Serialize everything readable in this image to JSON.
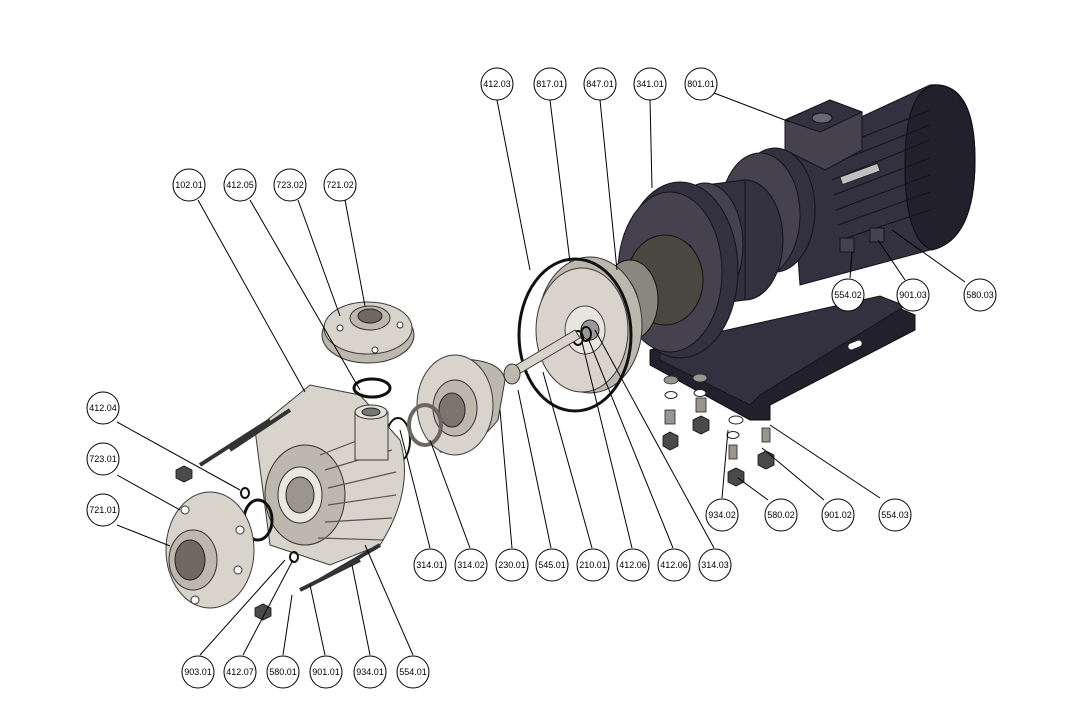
{
  "callouts": [
    {
      "label": "412.03"
    },
    {
      "label": "817.01"
    },
    {
      "label": "847.01"
    },
    {
      "label": "341.01"
    },
    {
      "label": "801.01"
    },
    {
      "label": "102.01"
    },
    {
      "label": "412.05"
    },
    {
      "label": "723.02"
    },
    {
      "label": "721.02"
    },
    {
      "label": "412.04"
    },
    {
      "label": "723.01"
    },
    {
      "label": "721.01"
    },
    {
      "label": "554.02"
    },
    {
      "label": "901.03"
    },
    {
      "label": "580.03"
    },
    {
      "label": "314.01"
    },
    {
      "label": "314.02"
    },
    {
      "label": "230.01"
    },
    {
      "label": "545.01"
    },
    {
      "label": "210.01"
    },
    {
      "label": "412.06"
    },
    {
      "label": "412.06"
    },
    {
      "label": "314.03"
    },
    {
      "label": "934.02"
    },
    {
      "label": "580.02"
    },
    {
      "label": "901.02"
    },
    {
      "label": "554.03"
    },
    {
      "label": "903.01"
    },
    {
      "label": "412.07"
    },
    {
      "label": "580.01"
    },
    {
      "label": "901.01"
    },
    {
      "label": "934.01"
    },
    {
      "label": "554.01"
    }
  ]
}
